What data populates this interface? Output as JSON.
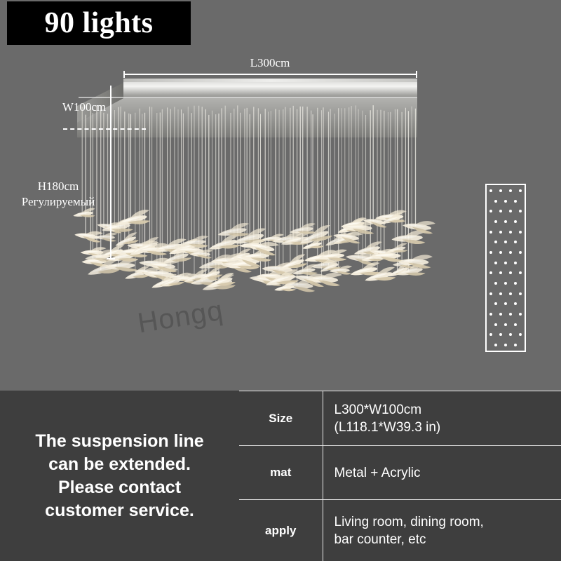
{
  "badge": {
    "label": "90 lights"
  },
  "dimensions": {
    "length_label": "L300cm",
    "width_label": "W100cm",
    "height_label": "H180cm",
    "height_note": "Регулируемый"
  },
  "watermark": {
    "text": "Hongq"
  },
  "notice": {
    "line1": "The suspension line",
    "line2": "can be extended.",
    "line3": "Please contact",
    "line4": "customer service."
  },
  "spec_table": {
    "rows": [
      {
        "key": "Size",
        "value_line1": "L300*W100cm",
        "value_line2": "(L118.1*W39.3 in)"
      },
      {
        "key": "mat",
        "value_line1": "Metal + Acrylic",
        "value_line2": ""
      },
      {
        "key": "apply",
        "value_line1": "Living room, dining room,",
        "value_line2": "bar counter, etc"
      }
    ]
  },
  "colors": {
    "scene_background": "#6a6a6a",
    "info_background": "#3e3e3e",
    "badge_background": "#000000",
    "rule_color": "#ffffff",
    "text_color": "#ffffff",
    "metal_light": "#f2f1ee",
    "metal_dark": "#8d8d8a",
    "acrylic": "#efe7d5"
  },
  "layout_panel": {
    "rows": 16,
    "columns": 4,
    "dot_count": 62,
    "pattern": "staggered-grid"
  }
}
